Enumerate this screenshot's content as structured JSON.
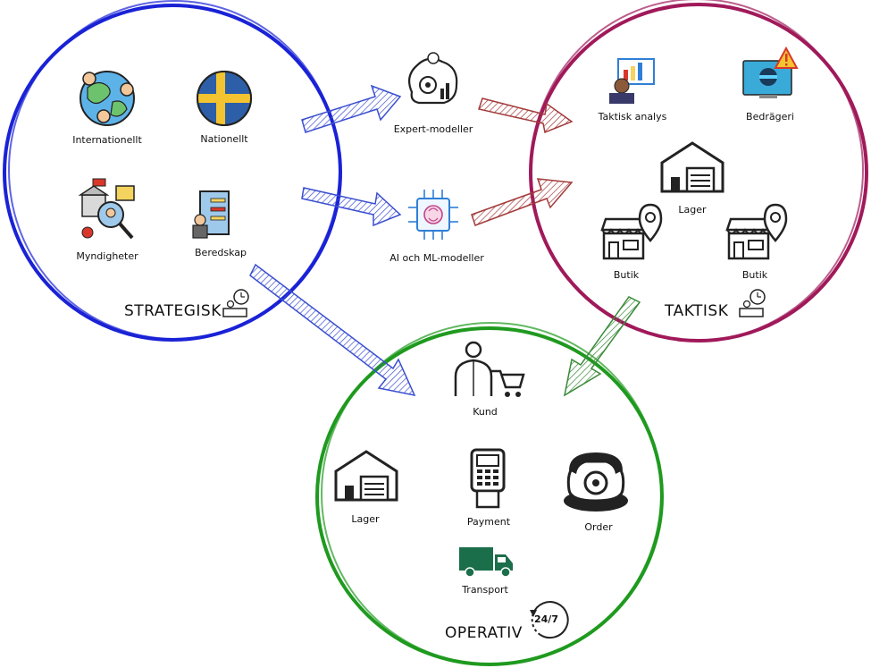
{
  "circles": {
    "strategic": {
      "title": "STRATEGISK",
      "color": "#1a22d6"
    },
    "tactical": {
      "title": "TAKTISK",
      "color": "#a01a5a"
    },
    "operative": {
      "title": "OPERATIV",
      "color": "#1f9a1f"
    }
  },
  "models": {
    "expert": "Expert-modeller",
    "ai": "AI och ML-modeller"
  },
  "strategic_items": {
    "international": "Internationellt",
    "national": "Nationellt",
    "authorities": "Myndigheter",
    "preparedness": "Beredskap"
  },
  "tactical_items": {
    "analysis": "Taktisk analys",
    "fraud": "Bedrägeri",
    "warehouse": "Lager",
    "shop_left": "Butik",
    "shop_right": "Butik"
  },
  "operative_items": {
    "customer": "Kund",
    "warehouse": "Lager",
    "payment": "Payment",
    "order": "Order",
    "transport": "Transport"
  },
  "badge_247": "24/7",
  "arrow_colors": {
    "blue": "#3b4fd0",
    "red": "#a33a3a",
    "green": "#3a8a3a"
  }
}
